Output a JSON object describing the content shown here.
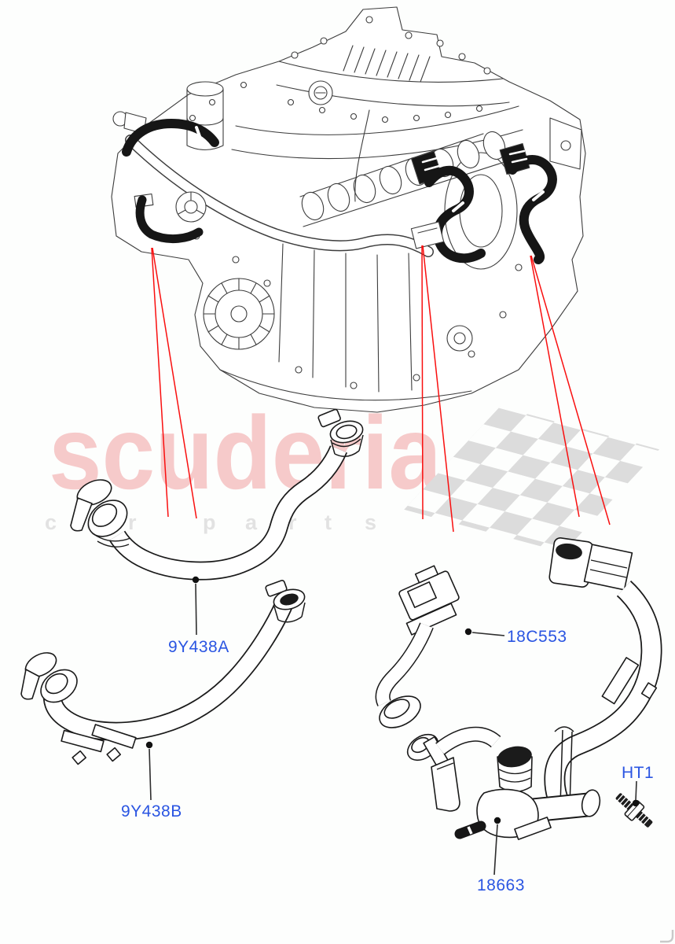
{
  "watermark": {
    "brand": "scuderia",
    "tagline_letters": [
      "c",
      "a",
      "r",
      "p",
      "a",
      "r",
      "t",
      "s"
    ],
    "brand_color": "#f6caca",
    "tagline_color": "#e2e2e2",
    "flag_color": "#dcdcdc"
  },
  "parts": [
    {
      "id": "hose-upper",
      "label": "9Y438A"
    },
    {
      "id": "hose-lower",
      "label": "9Y438B"
    },
    {
      "id": "connector-hose",
      "label": "18C553"
    },
    {
      "id": "heater-bolt",
      "label": "HT1"
    },
    {
      "id": "valve-hose",
      "label": "18663"
    }
  ],
  "colors": {
    "label_blue": "#2a55e2",
    "leader_red": "#f90f0f",
    "line_gray": "#3d3d3d"
  }
}
